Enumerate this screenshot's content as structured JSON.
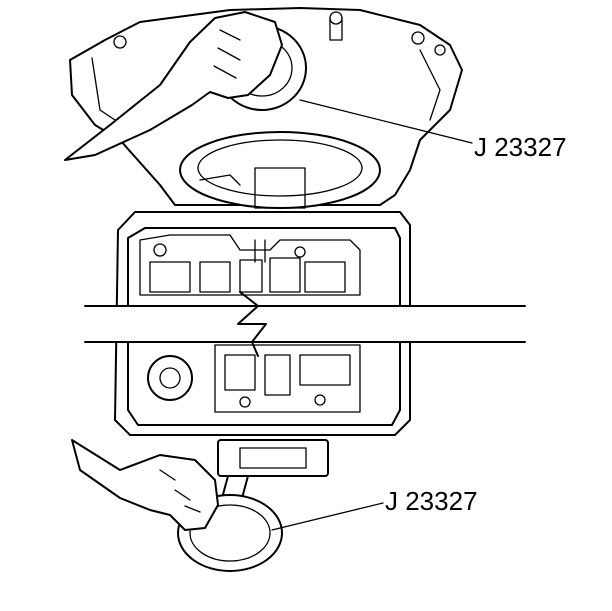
{
  "figure": {
    "callouts": [
      {
        "id": "tool-upper",
        "text": "J 23327"
      },
      {
        "id": "tool-lower",
        "text": "J 23327"
      }
    ],
    "colors": {
      "ink": "#000000",
      "paper": "#ffffff"
    }
  }
}
